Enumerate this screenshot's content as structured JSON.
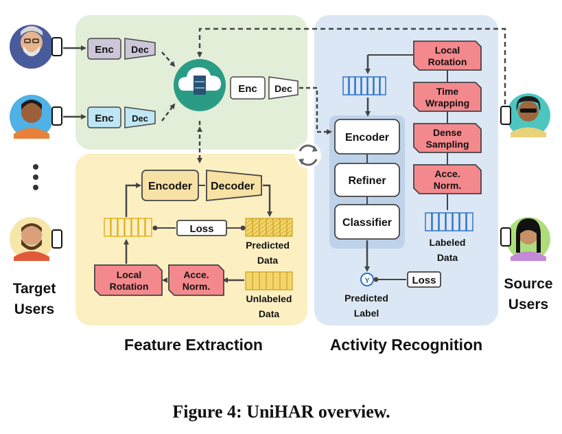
{
  "enc_label": "Enc",
  "dec_label": "Dec",
  "feature_extraction": {
    "title": "Feature Extraction",
    "encoder": "Encoder",
    "decoder": "Decoder",
    "loss": "Loss",
    "predicted_line1": "Predicted",
    "predicted_line2": "Data",
    "unlabeled_line1": "Unlabeled",
    "unlabeled_line2": "Data",
    "aug_local_line1": "Local",
    "aug_local_line2": "Rotation",
    "aug_acce_line1": "Acce.",
    "aug_acce_line2": "Norm."
  },
  "activity_recognition": {
    "title": "Activity Recognition",
    "encoder": "Encoder",
    "refiner": "Refiner",
    "classifier": "Classifier",
    "loss": "Loss",
    "predicted_label_line1": "Predicted",
    "predicted_label_line2": "Label",
    "labeled_line1": "Labeled",
    "labeled_line2": "Data",
    "augmentations": [
      {
        "line1": "Local",
        "line2": "Rotation"
      },
      {
        "line1": "Time",
        "line2": "Wrapping"
      },
      {
        "line1": "Dense",
        "line2": "Sampling"
      },
      {
        "line1": "Acce.",
        "line2": "Norm."
      }
    ]
  },
  "target_users_line1": "Target",
  "target_users_line2": "Users",
  "source_users_line1": "Source",
  "source_users_line2": "Users",
  "figure_caption": "Figure 4: UniHAR overview.",
  "colors": {
    "feature_bg": "#e3eed9",
    "fe_bottom_bg": "#fcefc1",
    "ar_bg": "#dbe7f4",
    "ar_inner": "#bed3ea",
    "aug_fill": "#f4898d",
    "cloud": "#2a9c86",
    "yellow_data": "#e2b320",
    "blue_data": "#2f72c6"
  }
}
